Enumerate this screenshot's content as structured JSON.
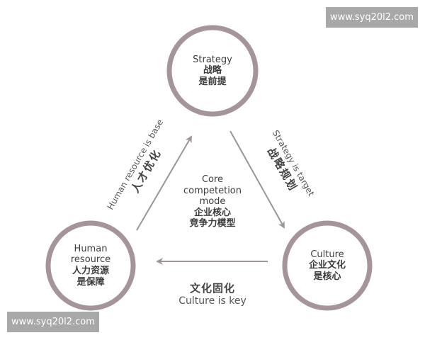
{
  "colors": {
    "ring": "#a59599",
    "arrow": "#9c9498",
    "watermark_bg": "#a8a8a8",
    "watermark_text": "#ffffff",
    "text": "#3c3c3c"
  },
  "watermarks": {
    "top_right": "www.syq20l2.com",
    "bottom_left": "www.syq20l2.com"
  },
  "nodes": {
    "strategy": {
      "en": "Strategy",
      "zh_line1": "战略",
      "zh_line2": "是前提"
    },
    "human_resource": {
      "en_line1": "Human",
      "en_line2": "resource",
      "zh_line1": "人力资源",
      "zh_line2": "是保障"
    },
    "culture": {
      "en": "Culture",
      "zh_line1": "企业文化",
      "zh_line2": "是核心"
    }
  },
  "center": {
    "en_line1": "Core",
    "en_line2": "competetion",
    "en_line3": "mode",
    "zh_line1": "企业核心",
    "zh_line2": "竞争力模型"
  },
  "edges": {
    "human_to_strategy": {
      "en": "Human resource is base",
      "zh": "人才优化"
    },
    "strategy_to_culture": {
      "en": "Strategy is target",
      "zh": "战略规划"
    },
    "culture_to_human": {
      "zh": "文化固化",
      "en": "Culture is key"
    }
  }
}
